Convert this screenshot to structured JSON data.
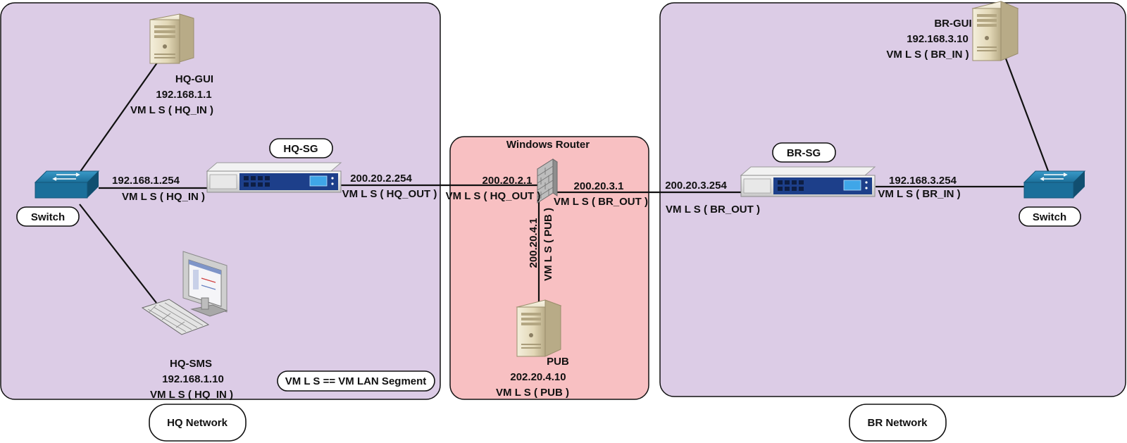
{
  "zones": {
    "hq": {
      "color": "#dccce6"
    },
    "router": {
      "title": "Windows Router",
      "color": "#f8c0c2"
    },
    "br": {
      "color": "#dccce6"
    }
  },
  "network_labels": {
    "hq": "HQ Network",
    "br": "BR Network"
  },
  "legend": "VM L S == VM LAN Segment",
  "hq_gui": {
    "name": "HQ-GUI",
    "ip": "192.168.1.1",
    "segment": "VM L S ( HQ_IN )"
  },
  "hq_sms": {
    "name": "HQ-SMS",
    "ip": "192.168.1.10",
    "segment": "VM L S ( HQ_IN )"
  },
  "hq_switch": {
    "name": "Switch"
  },
  "hq_sg": {
    "name": "HQ-SG",
    "in_ip": "192.168.1.254",
    "in_segment": "VM L S ( HQ_IN )",
    "out_ip": "200.20.2.254",
    "out_segment": "VM L S ( HQ_OUT )"
  },
  "router_ifaces": {
    "hq_ip": "200.20.2.1",
    "hq_segment": "VM L S ( HQ_OUT )",
    "br_ip": "200.20.3.1",
    "br_segment": "VM L S ( BR_OUT )",
    "pub_ip": "200.20.4.1",
    "pub_segment": "VM L S ( PUB )"
  },
  "pub": {
    "name": "PUB",
    "ip": "202.20.4.10",
    "segment": "VM L S ( PUB )"
  },
  "br_sg": {
    "name": "BR-SG",
    "out_ip": "200.20.3.254",
    "out_segment": "VM L S ( BR_OUT )",
    "in_ip": "192.168.3.254",
    "in_segment": "VM L S ( BR_IN )"
  },
  "br_gui": {
    "name": "BR-GUI",
    "ip": "192.168.3.10",
    "segment": "VM L S ( BR_IN )"
  },
  "br_switch": {
    "name": "Switch"
  },
  "colors": {
    "switch_blue": "#1b6f9a",
    "appliance_panel": "#1d3f8a",
    "server_body": "#e6dcc0"
  }
}
